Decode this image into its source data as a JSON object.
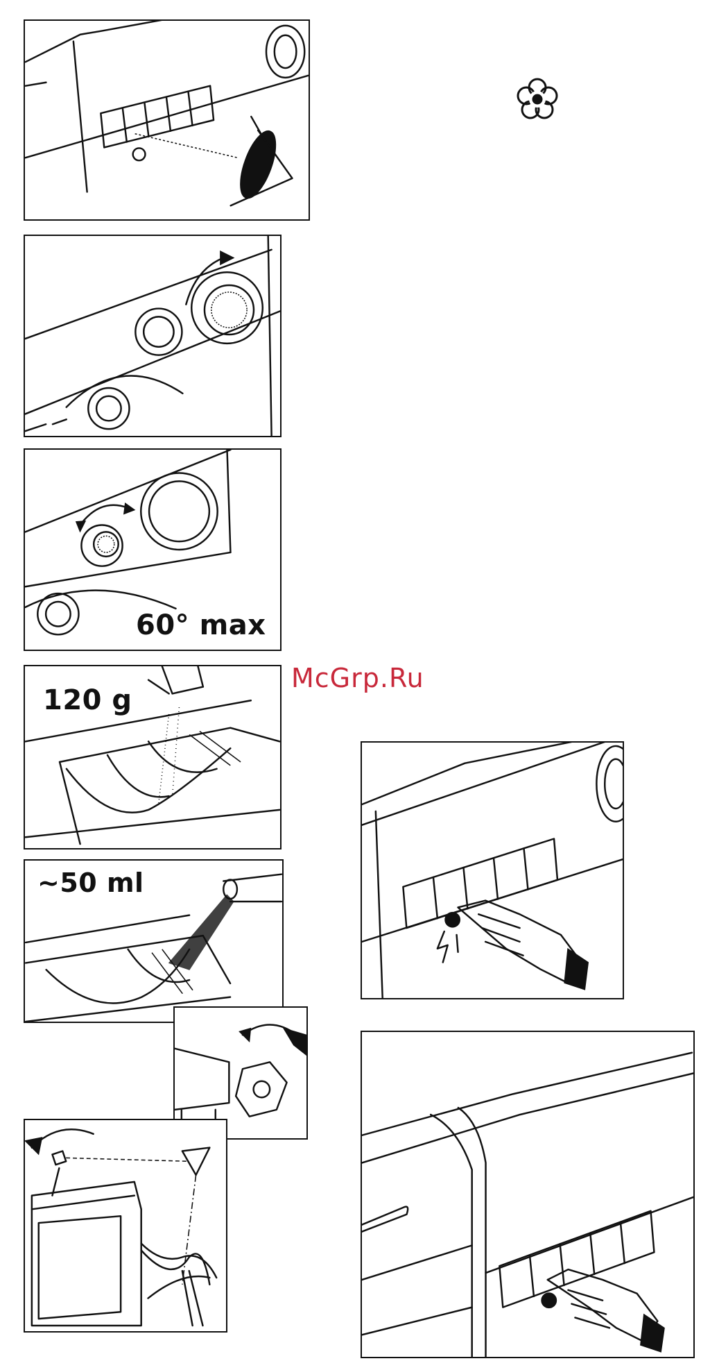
{
  "watermark": "McGrp.Ru",
  "labels": {
    "temp_max": "60° max",
    "powder_amount": "120 g",
    "liquid_amount": "~50 ml"
  },
  "icons": [
    "flower-icon"
  ],
  "colors": {
    "ink": "#111111",
    "background": "#ffffff",
    "watermark": "#c8283a"
  }
}
